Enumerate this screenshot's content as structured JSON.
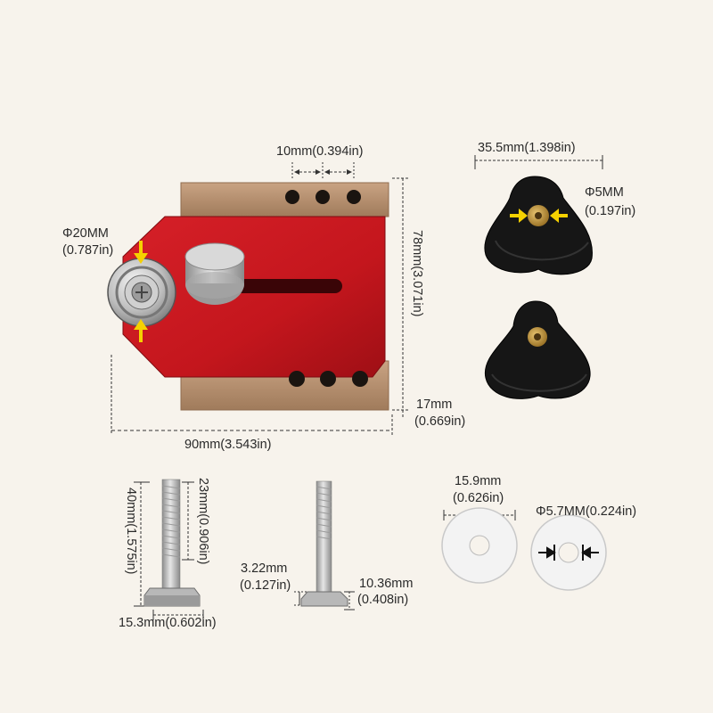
{
  "labels": {
    "hole_spacing": "10mm(0.394in)",
    "bearing_dia_mm": "Φ20MM",
    "bearing_dia_in": "(0.787in)",
    "body_height": "78mm(3.071in)",
    "body_thickness_mm": "17mm",
    "body_thickness_in": "(0.669in)",
    "body_width": "90mm(3.543in)",
    "knob_width": "35.5mm(1.398in)",
    "knob_thread_mm": "Φ5MM",
    "knob_thread_in": "(0.197in)",
    "bolt_length": "40mm(1.575in)",
    "bolt_thread_length": "23mm(0.906in)",
    "bolt_head_width": "15.3mm(0.602in)",
    "bolt_head_thickness_mm": "3.22mm",
    "bolt_head_thickness_in": "(0.127in)",
    "bolt_head_depth_mm": "10.36mm",
    "bolt_head_depth_in": "(0.408in)",
    "washer_od_mm": "15.9mm",
    "washer_od_in": "(0.626in)",
    "washer_id": "Φ5.7MM(0.224in)"
  },
  "colors": {
    "background": "#f7f3ec",
    "body_red": "#c8171e",
    "rail_bronze": "#b48c6c",
    "dimension_line": "#333333",
    "arrow_yellow": "#f5d100",
    "knob_black": "#141414",
    "insert_brass": "#c9a047",
    "washer_white": "#f2f2f2"
  }
}
